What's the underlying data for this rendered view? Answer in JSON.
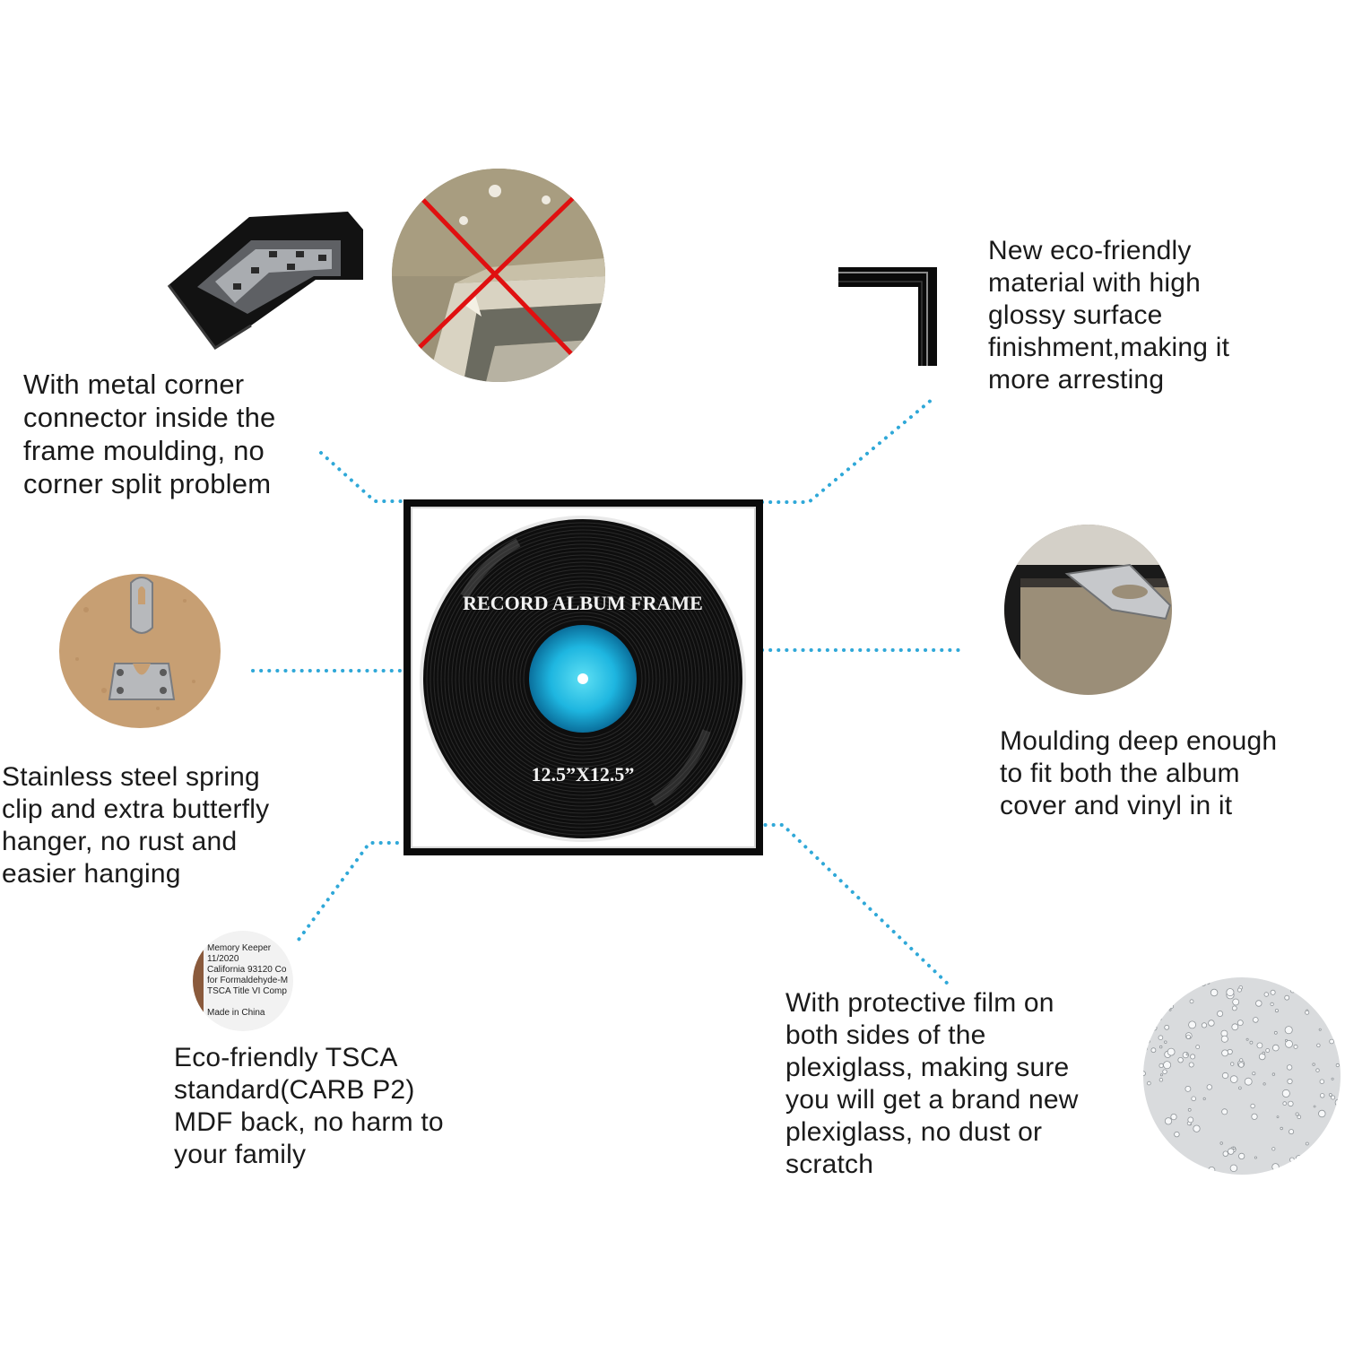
{
  "features": {
    "metal_corner": "With metal corner\nconnector inside the\nframe moulding, no\ncorner split problem",
    "eco_material": "New eco-friendly\nmaterial with high\nglossy surface\nfinishment,making it\nmore arresting",
    "spring_clip": "Stainless steel spring\nclip and extra butterfly\nhanger, no rust and\neasier hanging",
    "moulding_depth": "Moulding deep enough\nto fit both the album\ncover and vinyl in it",
    "mdf_back": "Eco-friendly TSCA\nstandard(CARB P2)\nMDF back, no harm to\nyour family",
    "protective_film": "With protective film on\nboth sides of the\nplexiglass, making sure\nyou will get a brand new\nplexiglass, no dust or\nscratch"
  },
  "record": {
    "title": "RECORD ALBUM FRAME",
    "size": "12.5”X12.5”"
  },
  "mdf_label": {
    "line1": "Memory Keeper",
    "line2": "11/2020",
    "line3": "California 93120 Co",
    "line4": "for Formaldehyde-M",
    "line5": "TSCA Title VI Comp",
    "line6": "Made in China"
  },
  "colors": {
    "leader_line": "#2fa8d8",
    "frame": "#0b0b0b",
    "label_center": "#1eb6e0",
    "cross": "#e01010"
  },
  "icons": {
    "corner_connector": "metal-corner-connector-photo",
    "split_corner": "split-corner-crossed-photo",
    "glossy_corner": "glossy-black-corner-photo",
    "spring_clip": "spring-clip-hanger-photo",
    "deep_moulding": "deep-moulding-photo",
    "mdf_label": "mdf-label-photo",
    "water_drops": "plexiglass-water-drops-photo"
  }
}
